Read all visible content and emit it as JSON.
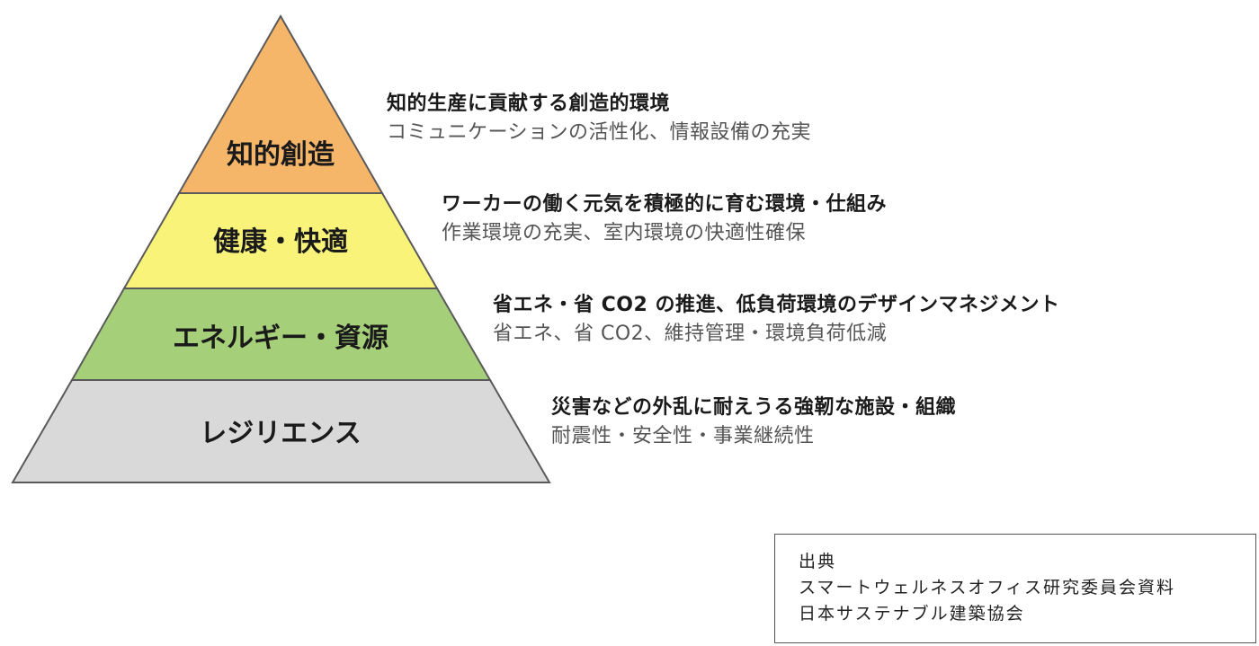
{
  "pyramid": {
    "tiers": [
      {
        "label": "知的創造",
        "fill": "#F6B66A",
        "title": "知的生産に貢献する創造的環境",
        "subtitle": "コミュニケーションの活性化、情報設備の充実"
      },
      {
        "label": "健康・快適",
        "fill": "#FAF37A",
        "title": "ワーカーの働く元気を積極的に育む環境・仕組み",
        "subtitle": "作業環境の充実、室内環境の快適性確保"
      },
      {
        "label": "エネルギー・資源",
        "fill": "#A6CF7A",
        "title": "省エネ・省 CO2 の推進、低負荷環境のデザインマネジメント",
        "subtitle": "省エネ、省 CO2、維持管理・環境負荷低減"
      },
      {
        "label": "レジリエンス",
        "fill": "#D9D9D9",
        "title": "災害などの外乱に耐えうる強靭な施設・組織",
        "subtitle": "耐震性・安全性・事業継続性"
      }
    ],
    "outline_color": "#5a5a5a"
  },
  "source": {
    "lines": [
      "出典",
      "スマートウェルネスオフィス研究委員会資料",
      "日本サステナブル建築協会"
    ]
  }
}
